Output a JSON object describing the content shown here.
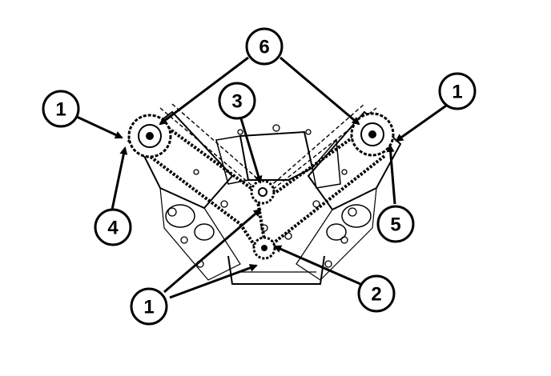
{
  "callouts": {
    "left_cam_marker": "1",
    "right_cam_marker": "1",
    "lower_markers": "1",
    "crank_sprocket": "2",
    "idler_sprocket": "3",
    "left_cam_sprocket": "4",
    "right_cam_sprocket": "5",
    "cam_timing_marks": "6"
  },
  "colors": {
    "ink": "#000000",
    "background": "#ffffff"
  }
}
